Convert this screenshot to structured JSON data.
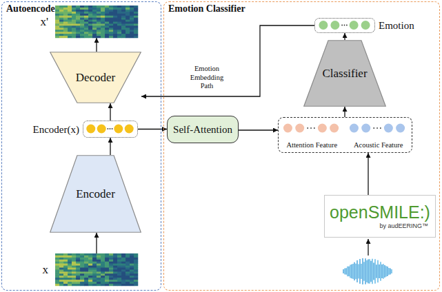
{
  "diagram": {
    "nodes": [
      {
        "text": [
          "Autoencoder"
        ]
      },
      {
        "text": [
          "x'"
        ],
        "in": 0
      },
      {
        "text": [
          "Decoder"
        ],
        "in": 0
      },
      {
        "text": [
          "Encoder(x)"
        ],
        "in": 0
      },
      {
        "text": [
          "Encoder"
        ],
        "in": 0
      },
      {
        "text": [
          "x"
        ],
        "in": 0
      },
      {
        "text": [
          "Emotion Classifier"
        ]
      },
      {
        "text": [
          "Emotion"
        ],
        "in": 6
      },
      {
        "text": [
          "Classifier"
        ],
        "in": 6
      },
      {
        "text": [
          "Self-Attention"
        ],
        "in": 6
      },
      {
        "text": [
          "Attention Feature",
          "Acoustic Feature"
        ],
        "in": 6
      },
      {
        "text": [
          "openSMILE:)",
          "by audEERING™"
        ],
        "in": 6
      }
    ],
    "edges": [
      {
        "from": 5,
        "to": 4,
        "arrow": "to"
      },
      {
        "from": 4,
        "to": 3,
        "arrow": "to"
      },
      {
        "from": 3,
        "to": 2,
        "arrow": "to"
      },
      {
        "from": 2,
        "to": 1,
        "arrow": "to"
      },
      {
        "from": 3,
        "to": 9,
        "arrow": "to"
      },
      {
        "from": 9,
        "to": 10,
        "arrow": "to"
      },
      {
        "from": 10,
        "to": 8,
        "arrow": "to"
      },
      {
        "from": 8,
        "to": 7,
        "arrow": "to"
      },
      {
        "from": 7,
        "to": 2,
        "label": "Emotion Embedding Path",
        "arrow": "to"
      },
      {
        "from": 11,
        "to": 10,
        "arrow": "to"
      }
    ]
  }
}
